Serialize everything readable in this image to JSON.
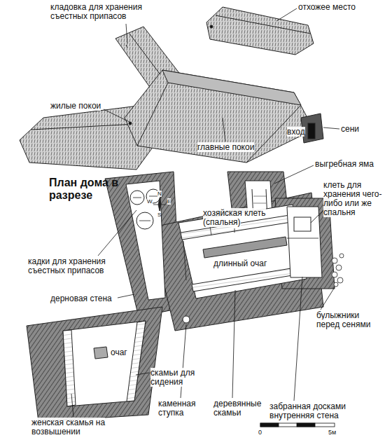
{
  "diagram": {
    "title": "План дома в разрезе",
    "labels": [
      "кладовка для хранения съестных припасов",
      "отхожее место",
      "жилые покои",
      "сени",
      "вход",
      "главные покои",
      "выгребная яма",
      "клеть для хранения чего-либо или же спальня",
      "N",
      "E",
      "S",
      "W",
      "хозяйская клеть (спальня)",
      "кадки для хранения съестных припасов",
      "дерновая стена",
      "длинный очаг",
      "очаг",
      "булыжники перед сенями",
      "каменная ступка",
      "деревянные скамьи",
      "забранная досками внутренняя стена",
      "скамьи для сидения",
      "женская скамья на возвышении",
      "0",
      "5м"
    ]
  }
}
